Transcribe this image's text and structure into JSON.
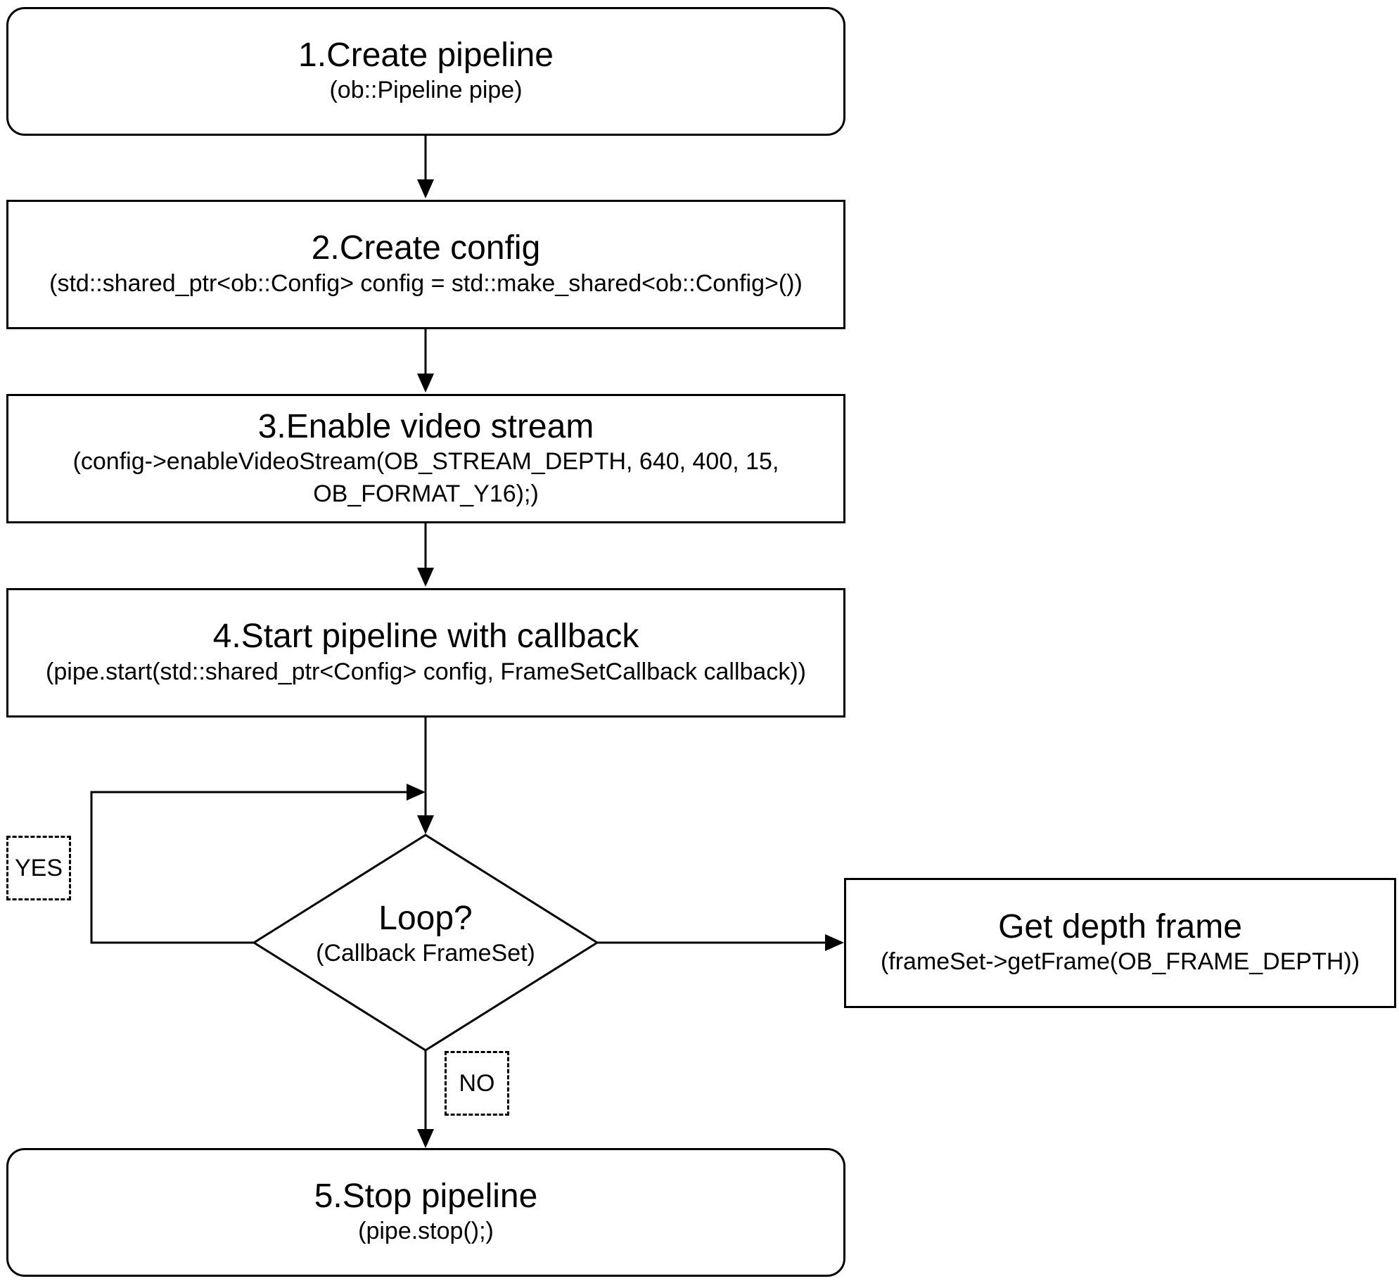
{
  "steps": {
    "create_pipeline": {
      "title": "1.Create pipeline",
      "code": "(ob::Pipeline pipe)"
    },
    "create_config": {
      "title": "2.Create config",
      "code": "(std::shared_ptr<ob::Config> config = std::make_shared<ob::Config>())"
    },
    "enable_stream": {
      "title": "3.Enable video stream",
      "code": "(config->enableVideoStream(OB_STREAM_DEPTH, 640, 400, 15, OB_FORMAT_Y16);)"
    },
    "start_pipeline": {
      "title": "4.Start pipeline with callback",
      "code": "(pipe.start(std::shared_ptr<Config> config, FrameSetCallback callback))"
    },
    "loop": {
      "title": "Loop?",
      "code": "(Callback FrameSet)"
    },
    "get_depth": {
      "title": "Get depth frame",
      "code": "(frameSet->getFrame(OB_FRAME_DEPTH))"
    },
    "stop_pipeline": {
      "title": "5.Stop pipeline",
      "code": "(pipe.stop();)"
    }
  },
  "edge_labels": {
    "yes": "YES",
    "no": "NO"
  }
}
